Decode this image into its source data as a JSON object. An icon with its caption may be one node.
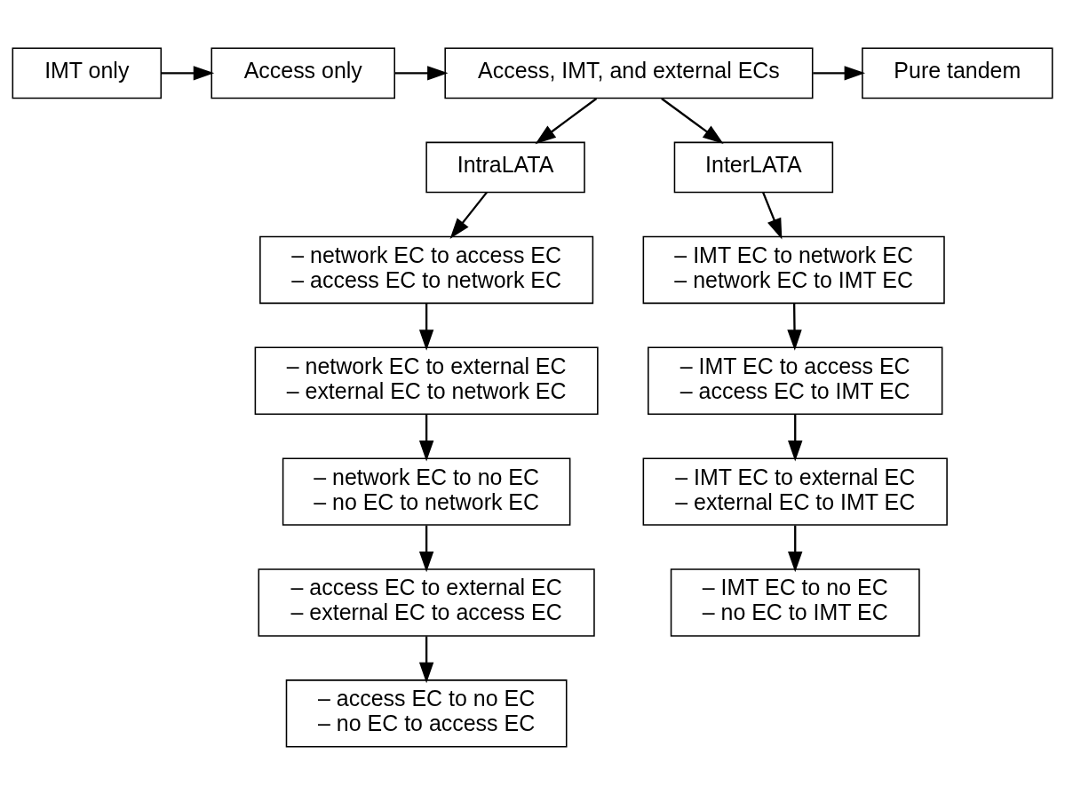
{
  "diagram": {
    "nodes": [
      {
        "text": [
          "IMT only"
        ]
      },
      {
        "text": [
          "Access only"
        ]
      },
      {
        "text": [
          "Access, IMT, and external ECs"
        ]
      },
      {
        "text": [
          "Pure tandem"
        ]
      },
      {
        "text": [
          "IntraLATA"
        ]
      },
      {
        "text": [
          "InterLATA"
        ]
      },
      {
        "text": [
          "– network EC to access EC",
          "– access EC to network EC"
        ]
      },
      {
        "text": [
          "– network EC to external EC",
          "– external EC to network EC"
        ]
      },
      {
        "text": [
          "– network EC to no EC",
          "– no EC to network EC"
        ]
      },
      {
        "text": [
          "– access EC to external EC",
          "– external EC to access EC"
        ]
      },
      {
        "text": [
          "– access EC to no EC",
          "– no EC to access EC"
        ]
      },
      {
        "text": [
          "– IMT EC to network EC",
          "– network EC to IMT EC"
        ]
      },
      {
        "text": [
          "– IMT EC to access EC",
          "– access EC to IMT EC"
        ]
      },
      {
        "text": [
          "– IMT EC to external EC",
          "– external EC to IMT EC"
        ]
      },
      {
        "text": [
          "– IMT EC to no EC",
          "– no EC to IMT EC"
        ]
      }
    ],
    "edges": [
      {
        "from": 0,
        "to": 1,
        "arrow": "to"
      },
      {
        "from": 1,
        "to": 2,
        "arrow": "to"
      },
      {
        "from": 2,
        "to": 3,
        "arrow": "to"
      },
      {
        "from": 2,
        "to": 4,
        "arrow": "to"
      },
      {
        "from": 2,
        "to": 5,
        "arrow": "to"
      },
      {
        "from": 4,
        "to": 6,
        "arrow": "to"
      },
      {
        "from": 6,
        "to": 7,
        "arrow": "to"
      },
      {
        "from": 7,
        "to": 8,
        "arrow": "to"
      },
      {
        "from": 8,
        "to": 9,
        "arrow": "to"
      },
      {
        "from": 9,
        "to": 10,
        "arrow": "to"
      },
      {
        "from": 5,
        "to": 11,
        "arrow": "to"
      },
      {
        "from": 11,
        "to": 12,
        "arrow": "to"
      },
      {
        "from": 12,
        "to": 13,
        "arrow": "to"
      },
      {
        "from": 13,
        "to": 14,
        "arrow": "to"
      }
    ]
  }
}
